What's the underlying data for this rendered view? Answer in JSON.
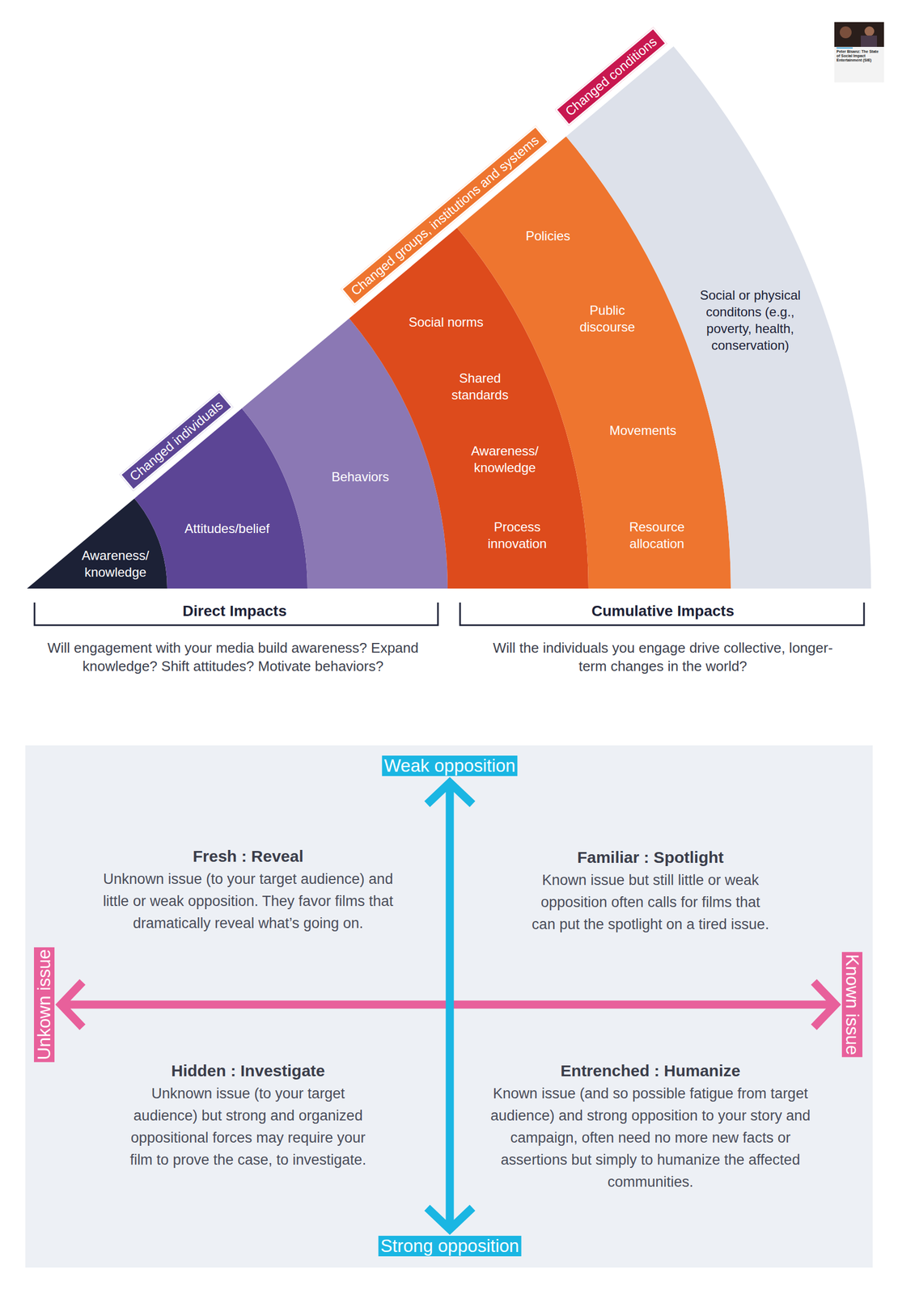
{
  "diagram": {
    "nodes": [
      {
        "text": [
          "Changed individuals"
        ]
      },
      {
        "text": [
          "Changed groups, institutions and systems"
        ]
      },
      {
        "text": [
          "Changed conditions"
        ]
      },
      {
        "text": [
          "Awareness/ knowledge"
        ]
      },
      {
        "text": [
          "Attitudes/belief"
        ]
      },
      {
        "text": [
          "Behaviors"
        ]
      },
      {
        "text": [
          "Social norms",
          "Shared standards",
          "Awareness/ knowledge",
          "Process innovation"
        ]
      },
      {
        "text": [
          "Policies",
          "Public discourse",
          "Movements",
          "Resource allocation"
        ]
      },
      {
        "text": [
          "Social or physical conditons (e.g., poverty, health, conservation)"
        ]
      },
      {
        "text": [
          "Fresh : Reveal",
          "Unknown issue (to your target audience) and little or weak opposition. They favor films that dramatically reveal what’s going on.",
          "Familiar : Spotlight",
          "Known issue but still little or weak opposition often calls for films that can put the spotlight on a tired issue.",
          "Hidden : Investigate",
          "Unknown issue (to your target audience) but strong and organized oppositional forces may require your film to prove the case, to investigate.",
          "Entrenched : Humanize",
          "Known issue (and so possible fatigue from target audience) and strong opposition to your story and campaign, often need no more new facts or assertions but simply to humanize the affected communities."
        ]
      },
      {
        "text": [
          "Weak opposition"
        ],
        "in": 9
      },
      {
        "text": [
          "Unkown issue"
        ],
        "in": 9
      },
      {
        "text": [
          "Known issue"
        ],
        "in": 9
      },
      {
        "text": [
          "Strong opposition"
        ],
        "in": 9
      }
    ],
    "edges": [
      {
        "from": 11,
        "to": 12,
        "arrow": "both"
      },
      {
        "from": 10,
        "to": 13,
        "arrow": "both"
      }
    ],
    "labels": [
      "Peter Bisanz: The State of Social Impact Entertainment (SIE)",
      "Direct Impacts",
      "Will engagement with your media build awareness? Expand knowledge? Shift attitudes? Motivate behaviors?",
      "Cumulative Impacts",
      "Will the individuals you engage drive collective, longer-term changes in the world?"
    ]
  }
}
